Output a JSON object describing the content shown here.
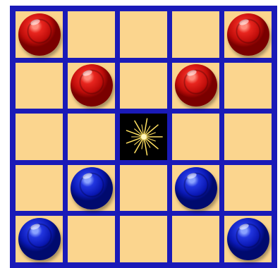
{
  "board": {
    "rows": 5,
    "cols": 5,
    "grid": [
      [
        "red",
        "empty",
        "empty",
        "empty",
        "red"
      ],
      [
        "empty",
        "red",
        "empty",
        "red",
        "empty"
      ],
      [
        "empty",
        "empty",
        "star",
        "empty",
        "empty"
      ],
      [
        "empty",
        "blue",
        "empty",
        "blue",
        "empty"
      ],
      [
        "blue",
        "empty",
        "empty",
        "empty",
        "blue"
      ]
    ]
  },
  "colors": {
    "grid_lines": "#1a1ab8",
    "cell": "#fbd58e",
    "center_cell": "#000000",
    "red_piece": "#d0120e",
    "blue_piece": "#1226c8",
    "star": "#ffe060"
  },
  "icons": {
    "red_piece": "red-piece-icon",
    "blue_piece": "blue-piece-icon",
    "center": "starburst-icon"
  }
}
